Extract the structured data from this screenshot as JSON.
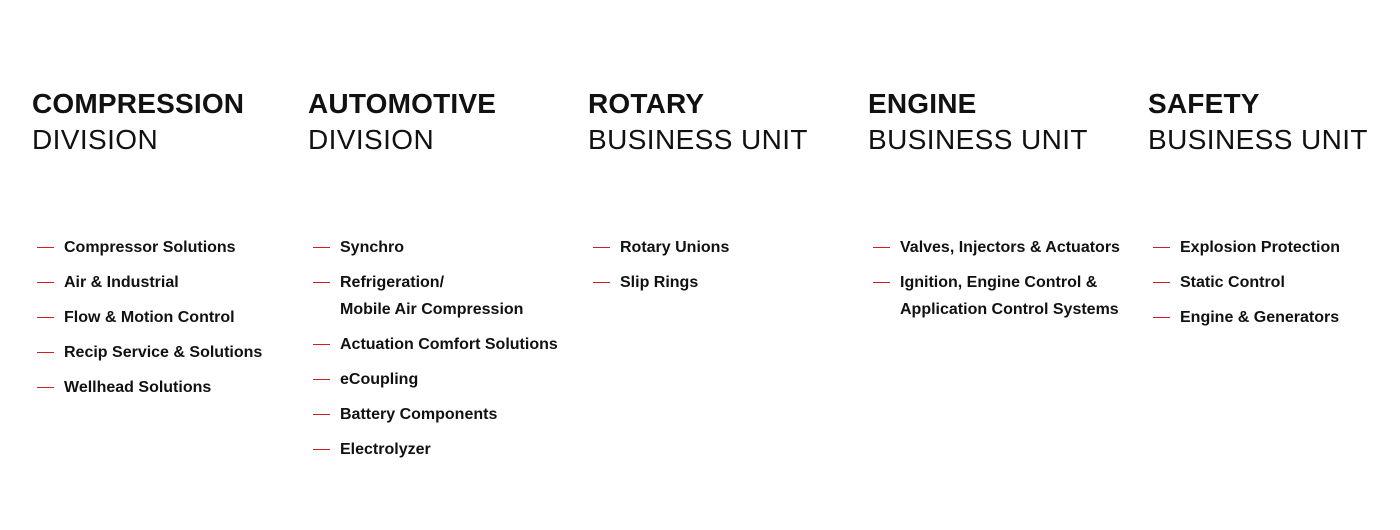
{
  "colors": {
    "text": "#111111",
    "accent_dash": "#d31c24",
    "background": "#ffffff"
  },
  "columns": [
    {
      "title": "COMPRESSION",
      "subtitle": "DIVISION",
      "items": [
        [
          "Compressor Solutions"
        ],
        [
          "Air & Industrial"
        ],
        [
          "Flow & Motion Control"
        ],
        [
          "Recip Service & Solutions"
        ],
        [
          "Wellhead Solutions"
        ]
      ]
    },
    {
      "title": "AUTOMOTIVE",
      "subtitle": "DIVISION",
      "items": [
        [
          "Synchro"
        ],
        [
          "Refrigeration/",
          "Mobile Air Compression"
        ],
        [
          "Actuation Comfort Solutions"
        ],
        [
          "eCoupling"
        ],
        [
          "Battery Components"
        ],
        [
          "Electrolyzer"
        ]
      ]
    },
    {
      "title": "ROTARY",
      "subtitle": "BUSINESS UNIT",
      "items": [
        [
          "Rotary Unions"
        ],
        [
          "Slip Rings"
        ]
      ]
    },
    {
      "title": "ENGINE",
      "subtitle": "BUSINESS UNIT",
      "items": [
        [
          "Valves, Injectors & Actuators"
        ],
        [
          "Ignition, Engine Control &",
          "Application Control Systems"
        ]
      ]
    },
    {
      "title": "SAFETY",
      "subtitle": "BUSINESS UNIT",
      "items": [
        [
          "Explosion Protection"
        ],
        [
          "Static Control"
        ],
        [
          "Engine & Generators"
        ]
      ]
    }
  ]
}
